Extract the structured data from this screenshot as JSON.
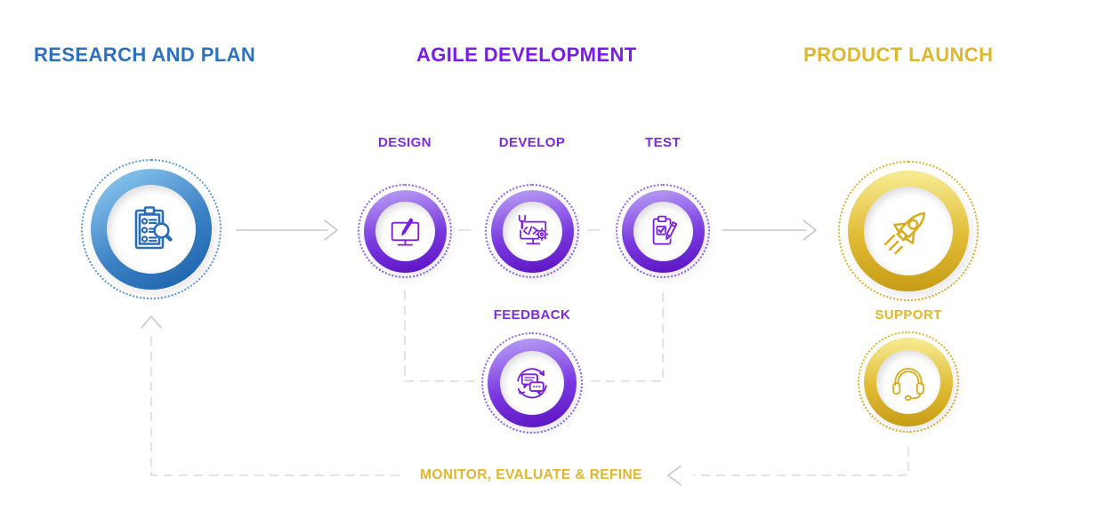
{
  "sections": {
    "research": {
      "title": "RESEARCH AND PLAN",
      "color": "#2e71be"
    },
    "agile": {
      "title": "AGILE DEVELOPMENT",
      "color": "#7a1be8"
    },
    "launch": {
      "title": "PRODUCT LAUNCH",
      "color": "#e0b62a"
    }
  },
  "steps": {
    "design": {
      "label": "DESIGN"
    },
    "develop": {
      "label": "DEVELOP"
    },
    "test": {
      "label": "TEST"
    },
    "feedback": {
      "label": "FEEDBACK"
    },
    "support": {
      "label": "SUPPORT"
    }
  },
  "loop": {
    "label": "MONITOR, EVALUATE & REFINE",
    "color": "#e0b62a"
  },
  "icons": {
    "research": "clipboard-search-icon",
    "design": "monitor-pencil-icon",
    "develop": "monitor-code-icon",
    "test": "clipboard-check-icon",
    "feedback": "chat-sync-icon",
    "launch": "rocket-icon",
    "support": "headset-icon"
  },
  "colors": {
    "blue": "#2e71be",
    "purple": "#7a1be8",
    "gold": "#e0b62a",
    "connector_gray": "#c7c7c7"
  }
}
